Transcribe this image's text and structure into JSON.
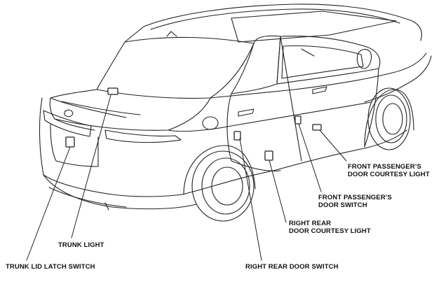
{
  "diagram": {
    "subject": "vehicle-rear-three-quarter-view",
    "line_color": "#222222",
    "background": "#ffffff",
    "callouts": [
      {
        "id": "trunk-light",
        "lines": [
          "TRUNK LIGHT"
        ]
      },
      {
        "id": "trunk-lid-latch-switch",
        "lines": [
          "TRUNK LID LATCH SWITCH"
        ]
      },
      {
        "id": "right-rear-door-switch",
        "lines": [
          "RIGHT REAR DOOR SWITCH"
        ]
      },
      {
        "id": "right-rear-door-courtesy-light",
        "lines": [
          "RIGHT REAR",
          "DOOR COURTESY LIGHT"
        ]
      },
      {
        "id": "front-passenger-door-switch",
        "lines": [
          "FRONT PASSENGER’S",
          "DOOR SWITCH"
        ]
      },
      {
        "id": "front-passenger-door-courtesy-light",
        "lines": [
          "FRONT PASSENGER’S",
          "DOOR COURTESY LIGHT"
        ]
      }
    ]
  }
}
